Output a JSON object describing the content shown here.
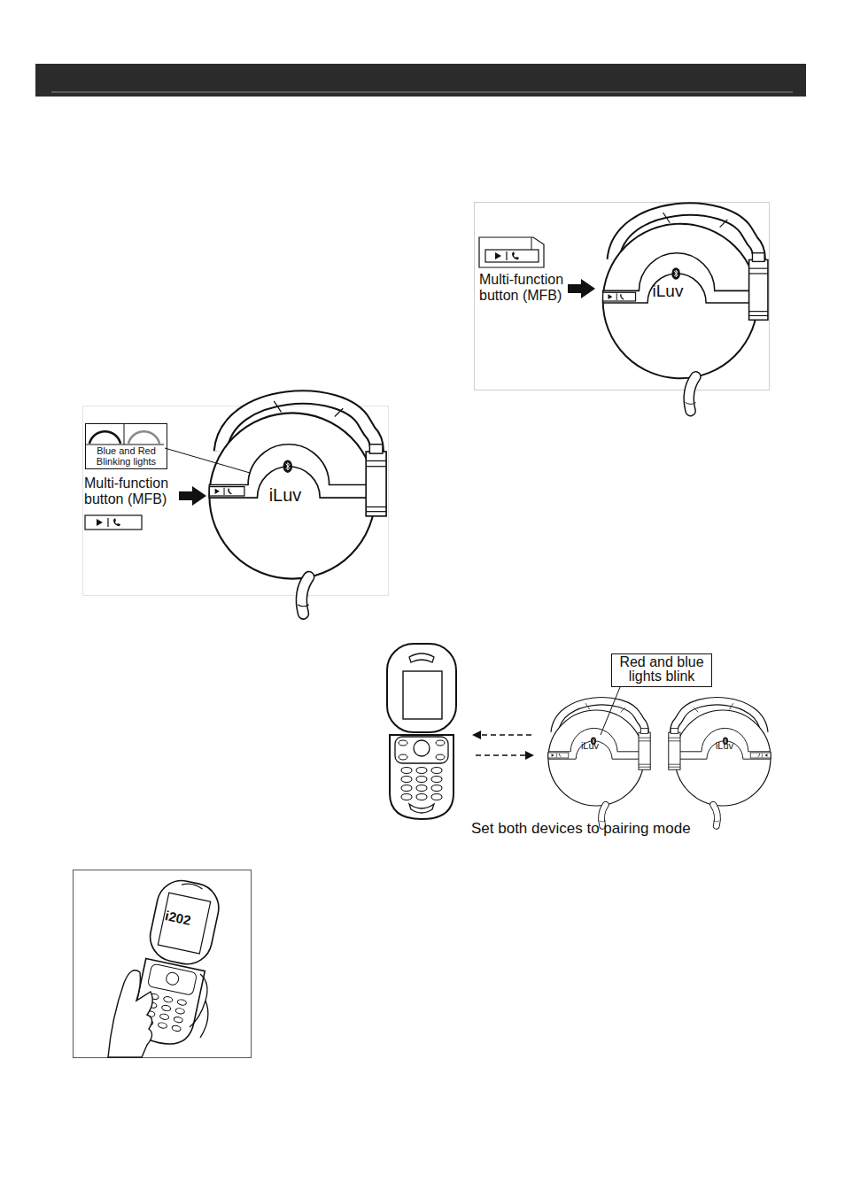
{
  "diagram": {
    "nodes": [
      {
        "text": [
          "Blue and Red Blinking lights"
        ]
      },
      {
        "text": [
          "Red and blue lights blink"
        ]
      }
    ],
    "labels": [
      "Multi-function button (MFB)",
      "iLuv",
      "Multi-function button (MFB)",
      "iLuv",
      "iLuv",
      "iLuv",
      "Set both devices to pairing mode",
      "i202"
    ]
  }
}
